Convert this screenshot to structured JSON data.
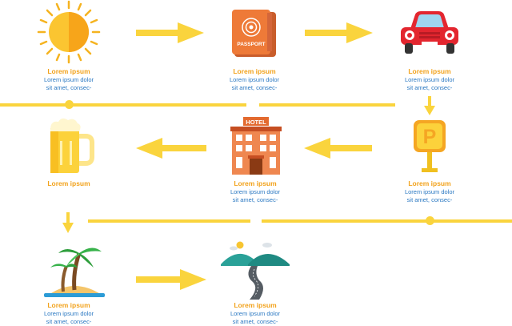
{
  "colors": {
    "accent_yellow": "#fad43d",
    "title_orange": "#f2a21b",
    "text_blue": "#2a78c2"
  },
  "steps": [
    {
      "id": "sun",
      "icon": "sun-icon",
      "title": "Lorem ipsum",
      "desc1": "Lorem ipsum dolor",
      "desc2": "sit amet, consec-"
    },
    {
      "id": "passport",
      "icon": "passport-icon",
      "label": "PASSPORT",
      "title": "Lorem ipsum",
      "desc1": "Lorem ipsum dolor",
      "desc2": "sit amet, consec-"
    },
    {
      "id": "car",
      "icon": "car-icon",
      "title": "Lorem ipsum",
      "desc1": "Lorem ipsum dolor",
      "desc2": "sit amet, consec-"
    },
    {
      "id": "parking",
      "icon": "parking-sign-icon",
      "label": "P",
      "title": "Lorem ipsum",
      "desc1": "Lorem ipsum dolor",
      "desc2": "sit amet, consec-"
    },
    {
      "id": "hotel",
      "icon": "hotel-icon",
      "label": "HOTEL",
      "title": "Lorem ipsum",
      "desc1": "Lorem ipsum dolor",
      "desc2": "sit amet, consec-"
    },
    {
      "id": "beer",
      "icon": "beer-mug-icon",
      "title": "Lorem ipsum"
    },
    {
      "id": "island",
      "icon": "palm-island-icon",
      "title": "Lorem ipsum",
      "desc1": "Lorem ipsum dolor",
      "desc2": "sit amet, consec-"
    },
    {
      "id": "mountain",
      "icon": "mountain-road-icon",
      "title": "Lorem ipsum",
      "desc1": "Lorem ipsum dolor",
      "desc2": "sit amet, consec-"
    }
  ]
}
